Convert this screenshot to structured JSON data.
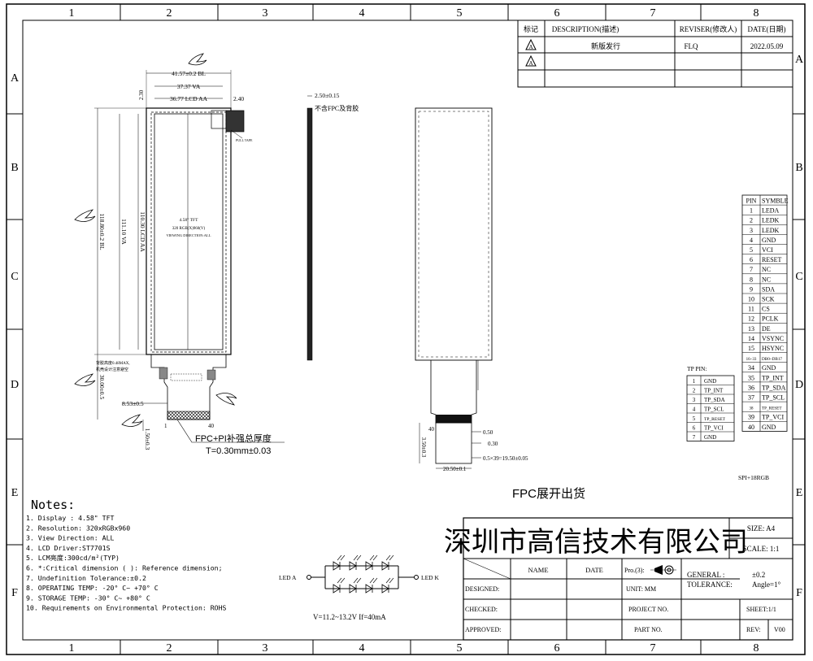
{
  "frame": {
    "columns": [
      "1",
      "2",
      "3",
      "4",
      "5",
      "6",
      "7",
      "8"
    ],
    "rows": [
      "A",
      "B",
      "C",
      "D",
      "E",
      "F"
    ]
  },
  "revision_table": {
    "headers": [
      "标记",
      "DESCRIPTION(描述)",
      "REVISER(修改人)",
      "DATE(日期)"
    ],
    "rows": [
      {
        "mark": "A",
        "description": "新版发行",
        "reviser": "FLQ",
        "date": "2022.05.09"
      },
      {
        "mark": "A",
        "description": "",
        "reviser": "",
        "date": ""
      }
    ]
  },
  "front_view": {
    "bl_width": "41.57±0.2 BL",
    "va_width": "37.37 VA",
    "aa_width": "36.77 LCD AA",
    "left_offset": "2.30",
    "right_offset": "2.40",
    "bl_height": "118.80±0.2 BL",
    "va_height": "111.10 VA",
    "aa_height": "110.30 LCD AA",
    "screen_line1": "4.58\" TFT",
    "screen_line2": "320 RGB(X)960(V)",
    "screen_line3": "VIEWING DIRECTION:ALL",
    "tape_label": "PULL TAPE",
    "fpc_note_line1": "背胶高度0.48MAX,",
    "fpc_note_line2": "机壳设计注意避空",
    "fpc_height": "30.00±0.5",
    "fpc_width": "8.53±0.5",
    "fpc_tail": "1.50±0.3",
    "pin_first": "1",
    "pin_last": "40",
    "fpc_thickness_title": "FPC+PI补强总厚度",
    "fpc_thickness_value": "T=0.30mm±0.03"
  },
  "side_view": {
    "thickness": "2.50±0.15",
    "note": "不含FPC及背胶"
  },
  "back_view": {
    "pin_label": "40",
    "gold_finger": "0.50",
    "fpc_thick": "0.30",
    "pitch": "0.5×39=19.50±0.05",
    "finger_length": "3.50±0.3",
    "fpc_end_width": "20.50±0.1"
  },
  "pin_table": {
    "headers": [
      "PIN",
      "SYMBLE"
    ],
    "rows": [
      [
        "1",
        "LEDA"
      ],
      [
        "2",
        "LEDK"
      ],
      [
        "3",
        "LEDK"
      ],
      [
        "4",
        "GND"
      ],
      [
        "5",
        "VCI"
      ],
      [
        "6",
        "RESET"
      ],
      [
        "7",
        "NC"
      ],
      [
        "8",
        "NC"
      ],
      [
        "9",
        "SDA"
      ],
      [
        "10",
        "SCK"
      ],
      [
        "11",
        "CS"
      ],
      [
        "12",
        "PCLK"
      ],
      [
        "13",
        "DE"
      ],
      [
        "14",
        "VSYNC"
      ],
      [
        "15",
        "HSYNC"
      ],
      [
        "16~33",
        "DB0~DB17"
      ],
      [
        "34",
        "GND"
      ],
      [
        "35",
        "TP_INT"
      ],
      [
        "36",
        "TP_SDA"
      ],
      [
        "37",
        "TP_SCL"
      ],
      [
        "38",
        "TP_RESET"
      ],
      [
        "39",
        "TP_VCI"
      ],
      [
        "40",
        "GND"
      ]
    ],
    "interface": "SPI+18RGB"
  },
  "tp_table": {
    "title": "TP PIN:",
    "rows": [
      [
        "1",
        "GND"
      ],
      [
        "2",
        "TP_INT"
      ],
      [
        "3",
        "TP_SDA"
      ],
      [
        "4",
        "TP_SCL"
      ],
      [
        "5",
        "TP_RESET"
      ],
      [
        "6",
        "TP_VCI"
      ],
      [
        "7",
        "GND"
      ]
    ]
  },
  "fpc_shipping": "FPC展开出货",
  "notes": {
    "title": "Notes:",
    "items": [
      "1. Display : 4.58\" TFT",
      "2. Resolution: 320xRGBx960",
      "3. View Direction: ALL",
      "4. LCD Driver:ST7701S",
      "5. LCM亮度:300cd/m²(TYP)",
      "6. *:Critical dimension  ( ): Reference dimension;",
      "7. Undefinition Tolerance:±0.2",
      "8. OPERATING TEMP: -20° C~ +70° C",
      "9. STORAGE TEMP: -30° C~ +80° C",
      "10. Requirements on Environmental Protection: ROHS"
    ]
  },
  "led_circuit": {
    "anode": "LED A",
    "cathode": "LED K",
    "spec": "V=11.2~13.2V  If=40mA"
  },
  "title_block": {
    "company": "深圳市高信技术有限公司",
    "size": "SIZE:  A4",
    "scale": "SCALE:   1:1",
    "name": "NAME",
    "date": "DATE",
    "projection": "Pro.(3):",
    "general": "GENERAL :",
    "general_val": "±0.2",
    "tolerance": "TOLERANCE:",
    "tolerance_val": "Angle=1°",
    "unit": "UNIT:   MM",
    "designed": "DESIGNED:",
    "checked": "CHECKED:",
    "approved": "APPROVED:",
    "project_no": "PROJECT NO.",
    "part_no": "PART NO.",
    "sheet": "SHEET:1/1",
    "rev": "REV:",
    "rev_val": "V00"
  }
}
